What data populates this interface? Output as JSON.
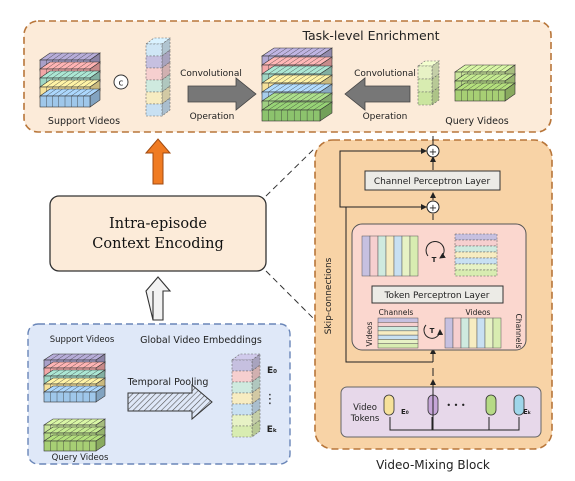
{
  "colors": {
    "enrichment_fill": "#fcebd9",
    "enrichment_border": "#b8763a",
    "vmb_fill": "#f8d3a6",
    "vmb_border": "#b8763a",
    "global_fill": "#dfe8f8",
    "global_border": "#6a86b8",
    "inner_fill": "#fbd7cf",
    "tokens_fill": "#e7d8ea",
    "orange_arrow": "#f07b22"
  },
  "top_panel": {
    "title": "Task-level Enrichment",
    "support_label": "Support Videos",
    "query_label": "Query Videos",
    "concat_symbol": "c",
    "conv_left_line1": "Convolutional",
    "conv_left_line2": "Operation",
    "conv_right_line1": "Convolutional",
    "conv_right_line2": "Operation"
  },
  "context": {
    "line1": "Intra-episode",
    "line2": "Context Encoding"
  },
  "global_panel": {
    "support_label": "Support Videos",
    "query_label": "Query Videos",
    "title": "Global Video Embeddings",
    "pooling_label": "Temporal Pooling",
    "vdots": "⋮",
    "emb_label_top": "E₀",
    "emb_label_bottom": "Eₖ"
  },
  "vmb": {
    "caption": "Video-Mixing Block",
    "skip_label": "Skip-connections",
    "channel_layer": "Channel Perceptron Layer",
    "token_layer": "Token Perceptron Layer",
    "plus": "+",
    "transpose": "T",
    "channels_label": "Channels",
    "videos_label": "Videos",
    "videos_label_2": "Videos",
    "channels_label_2": "Channels",
    "tokens_label_line1": "Video",
    "tokens_label_line2": "Tokens",
    "dots": "• • •",
    "token_e0": "E₀",
    "token_ek": "Eₖ"
  }
}
